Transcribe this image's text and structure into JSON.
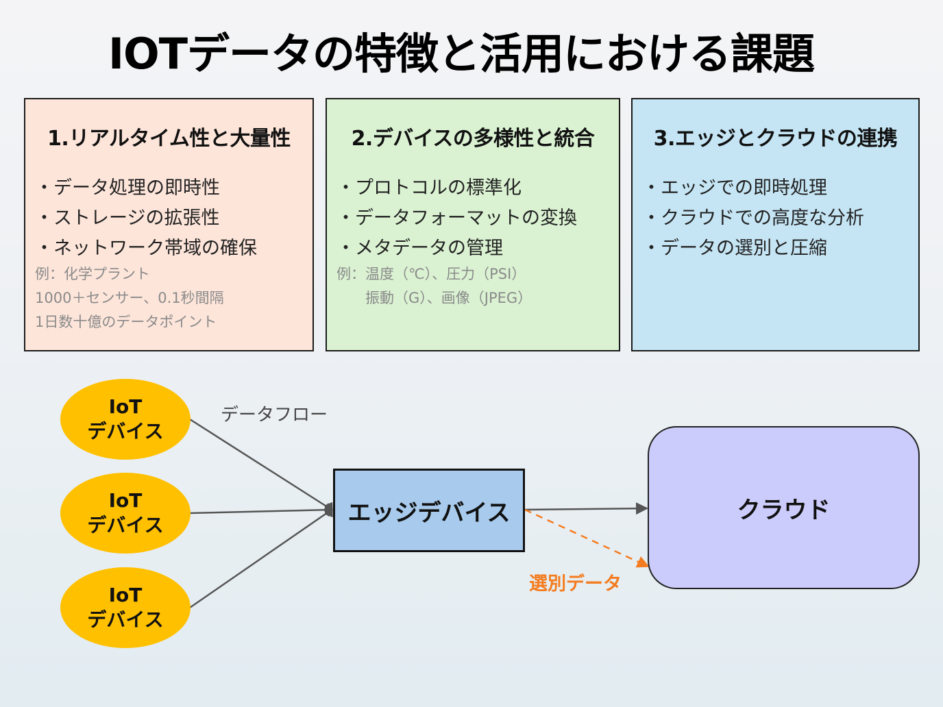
{
  "title": "IOTデータの特徴と活用における課題",
  "cards": [
    {
      "heading": "1.リアルタイム性と大量性",
      "bullets": [
        "・データ処理の即時性",
        "・ストレージの拡張性",
        "・ネットワーク帯域の確保"
      ],
      "notes": [
        "例：化学プラント",
        "1000＋センサー、0.1秒間隔",
        "1日数十億のデータポイント"
      ],
      "color": "#fde5da"
    },
    {
      "heading": "2.デバイスの多様性と統合",
      "bullets": [
        "・プロトコルの標準化",
        "・データフォーマットの変換",
        "・メタデータの管理"
      ],
      "notes": [
        "例：温度（℃）、圧力（PSI）",
        "　　振動（G）、画像（JPEG）"
      ],
      "color": "#daf2d2"
    },
    {
      "heading": "3.エッジとクラウドの連携",
      "bullets": [
        "・エッジでの即時処理",
        "・クラウドでの高度な分析",
        "・データの選別と圧縮"
      ],
      "notes": [],
      "color": "#c5e5f4"
    }
  ],
  "diagram": {
    "iot_devices": [
      {
        "line1": "IoT",
        "line2": "デバイス"
      },
      {
        "line1": "IoT",
        "line2": "デバイス"
      },
      {
        "line1": "IoT",
        "line2": "デバイス"
      }
    ],
    "flow_label": "データフロー",
    "edge_label": "エッジデバイス",
    "cloud_label": "クラウド",
    "selected_label": "選別データ",
    "colors": {
      "iot": "#ffc000",
      "edge": "#a8caec",
      "cloud": "#ccccfc",
      "selected": "#f47c20",
      "arrow": "#555555"
    }
  }
}
